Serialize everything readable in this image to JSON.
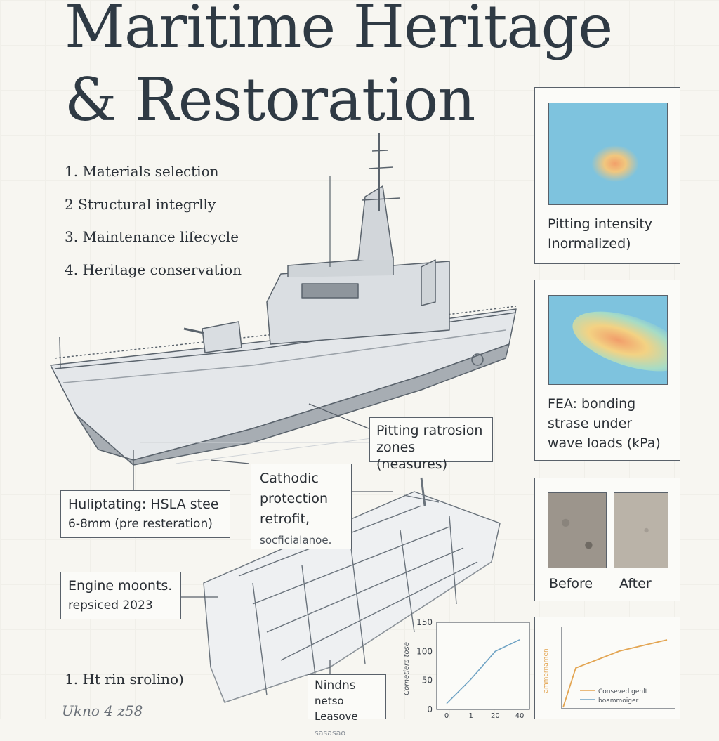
{
  "title": {
    "line1": "Maritime Heritage",
    "line2": "& Restoration"
  },
  "toc": [
    "1. Materials selection",
    "2  Structural integrlly",
    "3. Maintenance lifecycle",
    "4. Heritage conservation"
  ],
  "callouts": {
    "pitting": {
      "line1": "Pitting ratrosion",
      "line2": "zones (neasures)"
    },
    "cathodic": {
      "line1": "Cathodic",
      "line2": "protection",
      "line3": "retrofit,",
      "line4": "socficialanoe."
    },
    "hull": {
      "line1": "Huliptating: HSLA stee",
      "line2": "6-8mm (pre resteration)"
    },
    "engine": {
      "line1": "Engine moonts.",
      "line2": "repsiced 2023"
    },
    "nindns": {
      "line1": "Nindns",
      "line2": "netso Leasove",
      "line3": "sasasao"
    }
  },
  "footer": {
    "line1": "1.  Ht rin srolino)",
    "line2": "Ukno 4 z58"
  },
  "cards": {
    "pitting_map": {
      "caption1": "Pitting intensity",
      "caption2": "Inormalized)"
    },
    "fea": {
      "caption1": "FEA: bonding",
      "caption2": "strase under",
      "caption3": "wave loads (kPa)"
    },
    "before_after": {
      "before": "Before",
      "after": "After"
    },
    "growth": {
      "legend1": "Conseved genlt",
      "legend2": "boammoiger",
      "ylabel": "ammernamen"
    }
  },
  "chart_data": {
    "type": "line",
    "x": [
      0,
      1,
      2,
      3
    ],
    "series": [
      {
        "values": [
          10,
          52,
          100,
          120
        ]
      }
    ],
    "ylim": [
      0,
      150
    ],
    "yticks": [
      "0",
      "50",
      "100",
      "150"
    ],
    "xticks": [
      "0",
      "1",
      "20",
      "40"
    ],
    "ylabel": "Cometiers tose",
    "title": "",
    "xlabel": "",
    "grid": false,
    "color": "#6fa3c4"
  },
  "colors": {
    "accent_line": "#6fa3c4",
    "orange_line": "#e3a552"
  }
}
